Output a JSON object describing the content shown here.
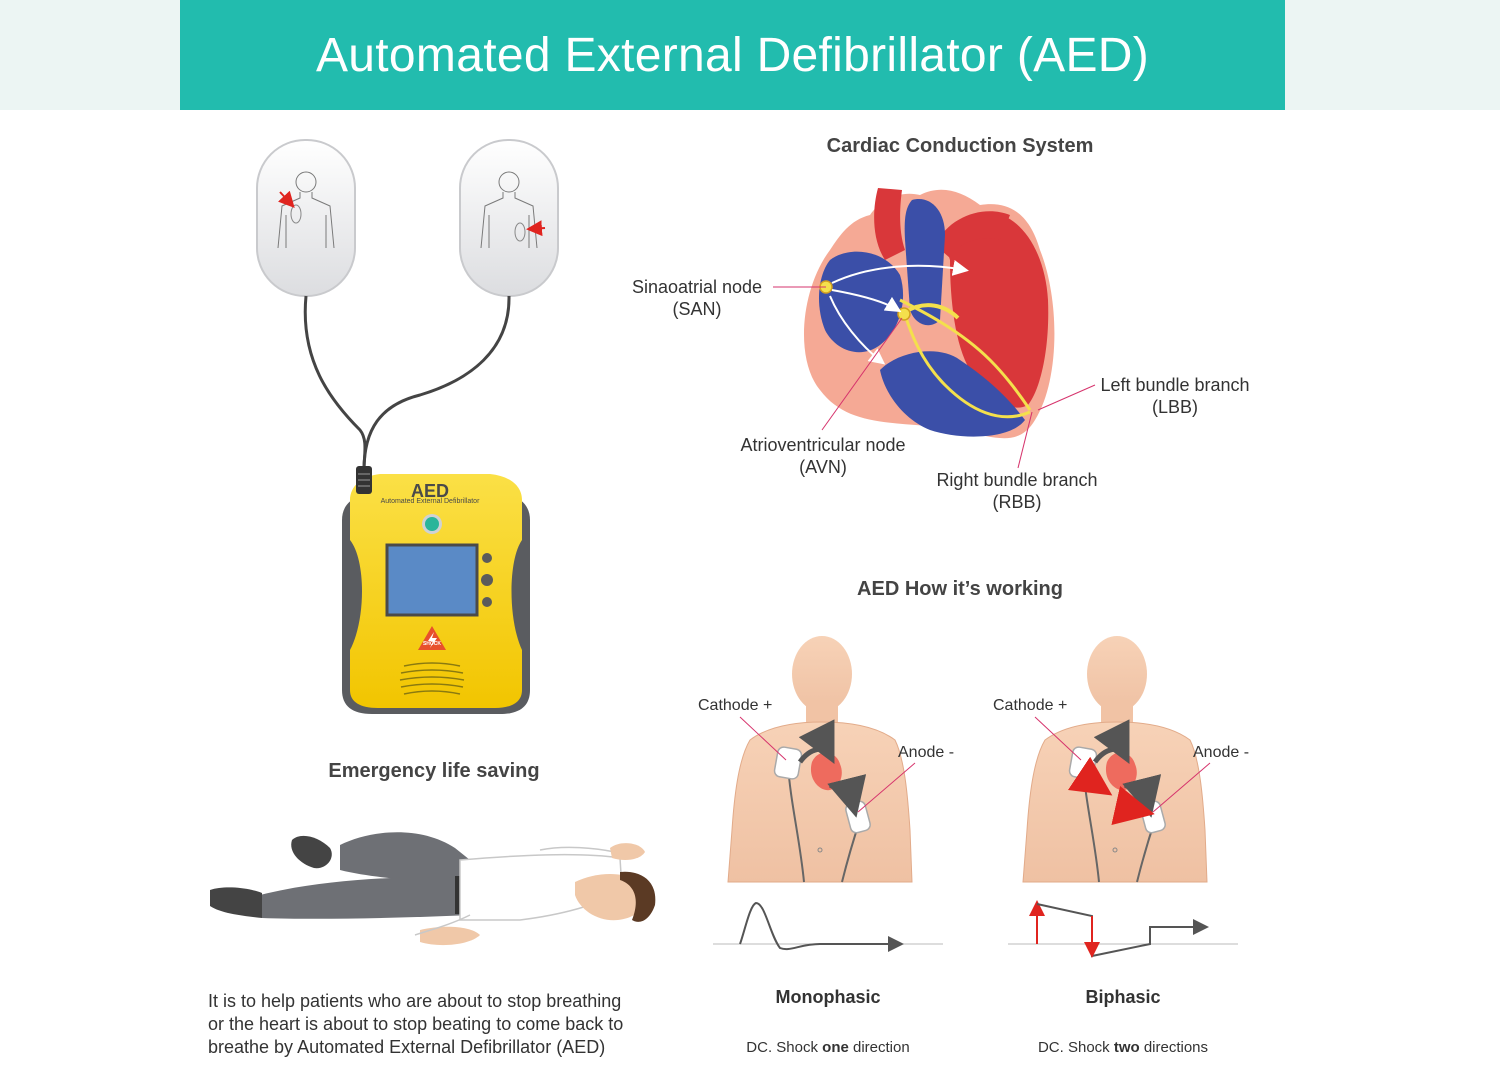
{
  "header": {
    "title": "Automated External Defibrillator (AED)"
  },
  "device": {
    "brand": "AED",
    "subtitle": "Automated External Defibrillator",
    "shock_label": "SHOCK"
  },
  "conduction": {
    "title": "Cardiac Conduction System",
    "labels": {
      "san_line1": "Sinaoatrial node",
      "san_line2": "(SAN)",
      "avn_line1": "Atrioventricular node",
      "avn_line2": "(AVN)",
      "lbb_line1": "Left bundle branch",
      "lbb_line2": "(LBB)",
      "rbb_line1": "Right bundle branch",
      "rbb_line2": "(RBB)"
    }
  },
  "emergency": {
    "title": "Emergency life saving",
    "description": [
      "It is to help patients who are about to stop breathing",
      "or the heart is about to stop beating to come back to",
      "breathe by Automated External Defibrillator (AED)"
    ]
  },
  "working": {
    "title": "AED How it’s working",
    "mono": {
      "cathode": "Cathode +",
      "anode": "Anode -",
      "name": "Monophasic",
      "caption_pre": "DC. Shock ",
      "caption_bold": "one",
      "caption_post": " direction"
    },
    "bi": {
      "cathode": "Cathode +",
      "anode": "Anode -",
      "name": "Biphasic",
      "caption_pre": "DC. Shock ",
      "caption_bold": "two",
      "caption_post": " directions"
    }
  },
  "colors": {
    "teal": "#22bcae",
    "device_yellow": "#f7d117",
    "screen_blue": "#5a8ac6",
    "heart_red": "#d9373a",
    "heart_blue": "#3b4fa8",
    "shock_red": "#e0241f"
  }
}
